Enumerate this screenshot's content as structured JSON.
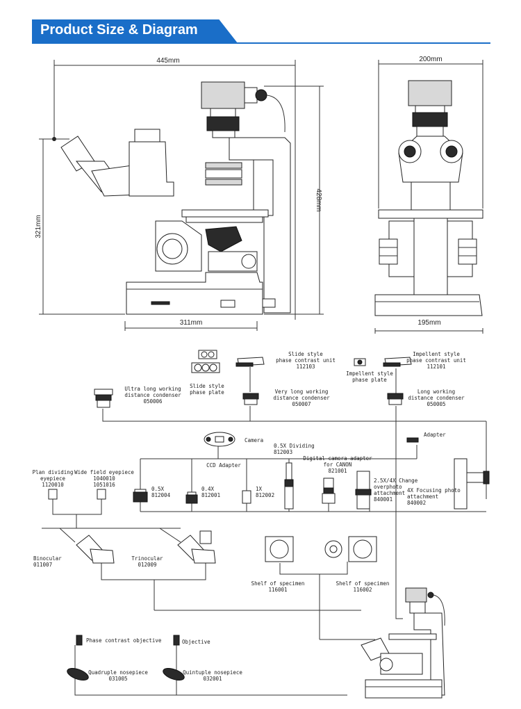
{
  "header": {
    "title": "Product Size & Diagram"
  },
  "dimensions": {
    "side_width": "445mm",
    "side_base": "311mm",
    "side_height": "428mm",
    "side_left_height": "321mm",
    "front_width": "200mm",
    "front_base": "195mm"
  },
  "accessories": {
    "slide_plate": "Slide style\nphase plate",
    "slide_unit": "Slide style\nphase contrast unit\n112103",
    "impellent_plate": "Impellent style\nphase plate",
    "impellent_unit": "Impellent style\nphase contrast unit\n112101",
    "ultra_condenser": "Ultra long working\ndistance condenser\n050006",
    "very_condenser": "Very long working\ndistance condenser\n050007",
    "long_condenser": "Long working\ndistance condenser\n050005",
    "camera": "Camera",
    "ccd": "CCD Adapter",
    "dividing": "0.5X Dividing\n812003",
    "canon": "Digital camera adapter\nfor CANON\n821001",
    "adapter": "Adapter",
    "plan_eyepiece": "Plan dividing\neyepiece\n1120010",
    "wide_eyepiece": "Wide field eyepiece\n1040010\n1051016",
    "a05": "0.5X\n812004",
    "a04": "0.4X\n812001",
    "a1": "1X\n812002",
    "overphoto": "2.5X/4X Change\noverphoto\nattachment\n840001",
    "focusing": "4X Focusing photo\nattachment\n840002",
    "binocular": "Binocular\n011007",
    "trinocular": "Trinocular\n012009",
    "shelf1": "Shelf of specimen\n116001",
    "shelf2": "Shelf of specimen\n116002",
    "phase_objective": "Phase contrast objective",
    "objective": "Objective",
    "quadruple": "Quadruple nosepiece\n031005",
    "quintuple": "Quintuple nosepiece\n032001"
  }
}
